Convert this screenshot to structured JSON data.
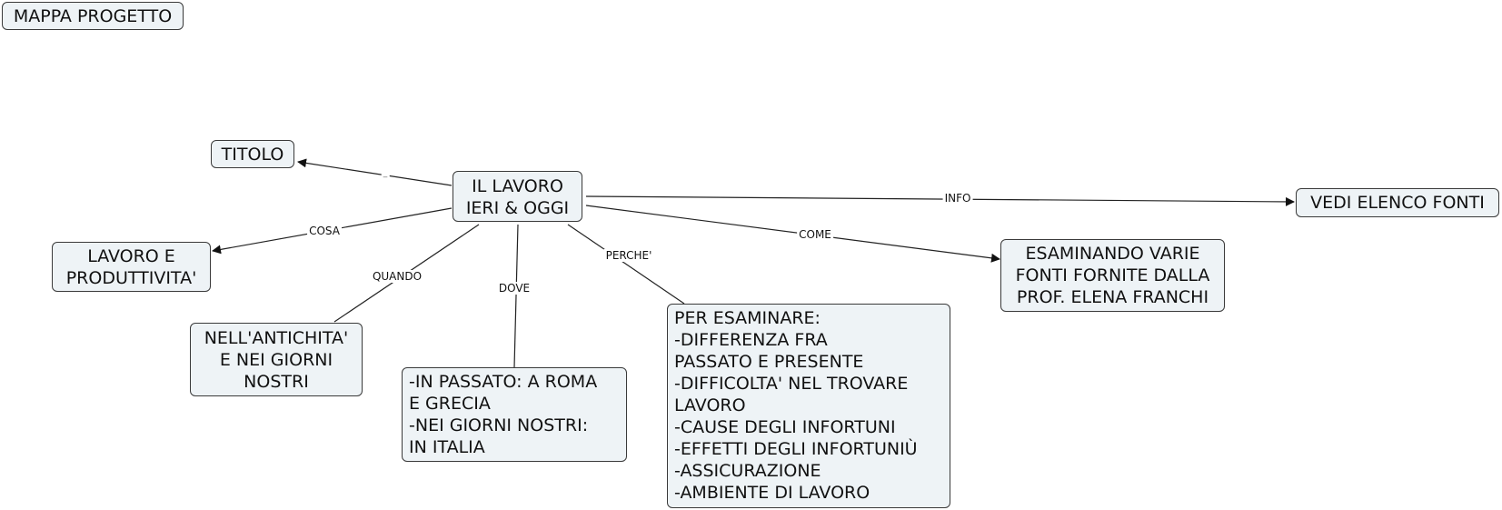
{
  "header": {
    "title": "MAPPA PROGETTO"
  },
  "nodes": {
    "center": "IL LAVORO\nIERI & OGGI",
    "titolo": "TITOLO",
    "lavoro": "LAVORO E\nPRODUTTIVITA'",
    "antichita": "NELL'ANTICHITA'\nE NEI GIORNI\nNOSTRI",
    "passato": "-IN PASSATO: A ROMA\nE GRECIA\n-NEI GIORNI NOSTRI:\nIN ITALIA",
    "esaminare": "PER ESAMINARE:\n-DIFFERENZA FRA\n PASSATO E PRESENTE\n-DIFFICOLTA' NEL TROVARE\nLAVORO\n-CAUSE DEGLI INFORTUNI\n-EFFETTI DEGLI INFORTUNIÙ\n-ASSICURAZIONE\n-AMBIENTE DI LAVORO",
    "fonti": "ESAMINANDO VARIE\nFONTI FORNITE DALLA\nPROF. ELENA FRANCHI",
    "elenco": "VEDI ELENCO FONTI"
  },
  "edges": {
    "titolo": "_",
    "cosa": "COSA",
    "quando": "QUANDO",
    "dove": "DOVE",
    "perche": "PERCHE'",
    "come": "COME",
    "info": "INFO"
  },
  "colors": {
    "node_fill": "#eef3f6",
    "node_border": "#3a3a3a",
    "line": "#222222"
  }
}
